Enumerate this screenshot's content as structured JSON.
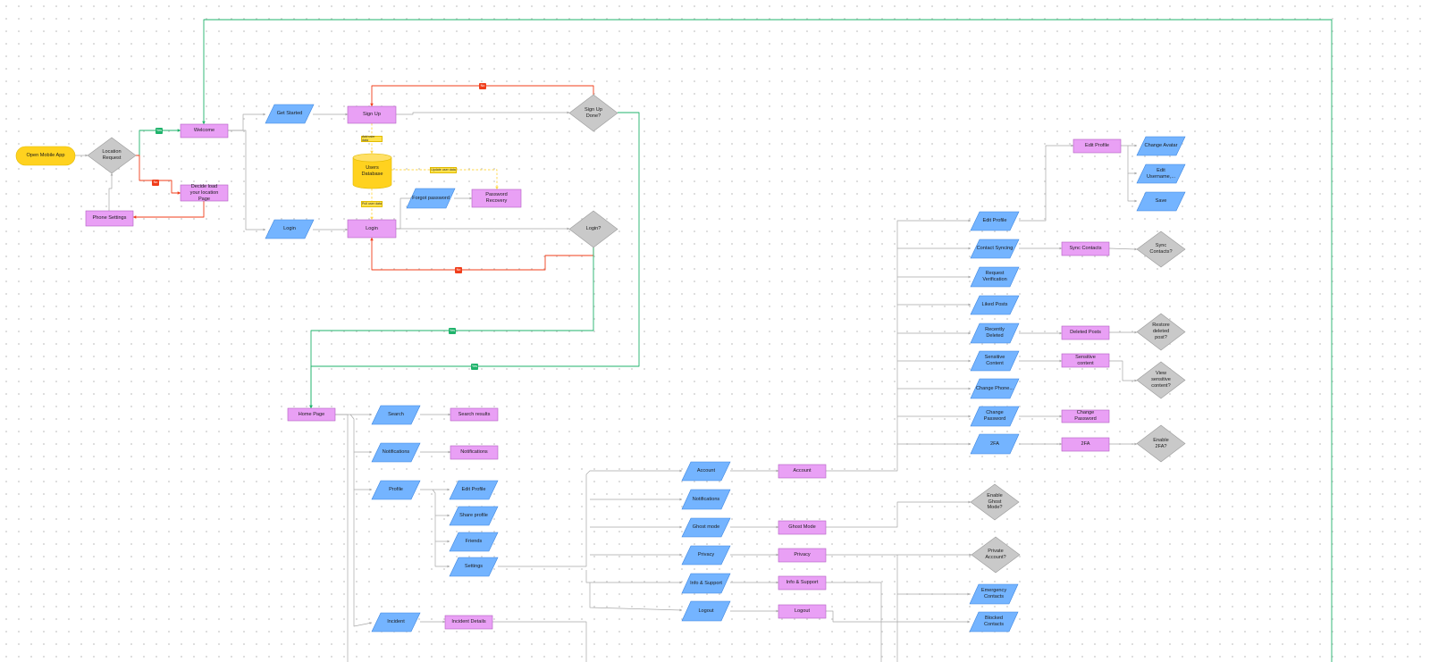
{
  "colors": {
    "start": "#ffd21f",
    "start_stroke": "#e0b800",
    "io": "#74b4ff",
    "io_stroke": "#3d86e0",
    "process": "#e9a0f5",
    "process_stroke": "#b35fc2",
    "decision": "#c9c9c9",
    "decision_stroke": "#9a9a9a",
    "database": "#ffd21f",
    "connector": "#a8a8a8",
    "yes": "#1fb36b",
    "no": "#f03d1a",
    "database_link": "#ffd84d"
  },
  "nodes": [
    {
      "id": "open_app",
      "shape": "terminal",
      "label": "Open Mobile App"
    },
    {
      "id": "location_request",
      "shape": "decision",
      "label": "Location Request"
    },
    {
      "id": "welcome",
      "shape": "process",
      "label": "Welcome"
    },
    {
      "id": "decide_location",
      "shape": "process",
      "label": "Decide load your location Page"
    },
    {
      "id": "phone_settings",
      "shape": "process",
      "label": "Phone Settings"
    },
    {
      "id": "get_started",
      "shape": "io",
      "label": "Get Started"
    },
    {
      "id": "login_io",
      "shape": "io",
      "label": "Login"
    },
    {
      "id": "sign_up",
      "shape": "process",
      "label": "Sign Up"
    },
    {
      "id": "users_db",
      "shape": "database",
      "label": "Users Database"
    },
    {
      "id": "login_proc",
      "shape": "process",
      "label": "Login"
    },
    {
      "id": "forgot_password",
      "shape": "io",
      "label": "Forgot password"
    },
    {
      "id": "password_recovery",
      "shape": "process",
      "label": "Password Recovery"
    },
    {
      "id": "signup_done",
      "shape": "decision",
      "label": "Sign Up Done?"
    },
    {
      "id": "login_q",
      "shape": "decision",
      "label": "Login?"
    },
    {
      "id": "home_page",
      "shape": "process",
      "label": "Home Page"
    },
    {
      "id": "search_io",
      "shape": "io",
      "label": "Search"
    },
    {
      "id": "search_results",
      "shape": "process",
      "label": "Search results"
    },
    {
      "id": "notifications_io",
      "shape": "io",
      "label": "Notifications"
    },
    {
      "id": "notifications_proc",
      "shape": "process",
      "label": "Notifications"
    },
    {
      "id": "profile_io",
      "shape": "io",
      "label": "Profile"
    },
    {
      "id": "edit_profile_a",
      "shape": "io",
      "label": "Edit Profile"
    },
    {
      "id": "share_profile",
      "shape": "io",
      "label": "Share profile"
    },
    {
      "id": "friends",
      "shape": "io",
      "label": "Friends"
    },
    {
      "id": "settings",
      "shape": "io",
      "label": "Settings"
    },
    {
      "id": "incident_io",
      "shape": "io",
      "label": "Incident"
    },
    {
      "id": "incident_details",
      "shape": "process",
      "label": "Incident Details"
    },
    {
      "id": "account_io",
      "shape": "io",
      "label": "Account"
    },
    {
      "id": "notif2_io",
      "shape": "io",
      "label": "Notifications"
    },
    {
      "id": "ghost_io",
      "shape": "io",
      "label": "Ghost mode"
    },
    {
      "id": "privacy_io",
      "shape": "io",
      "label": "Privacy"
    },
    {
      "id": "info_io",
      "shape": "io",
      "label": "Info & Support"
    },
    {
      "id": "logout_io",
      "shape": "io",
      "label": "Logout"
    },
    {
      "id": "account_proc",
      "shape": "process",
      "label": "Account"
    },
    {
      "id": "ghost_proc",
      "shape": "process",
      "label": "Ghost Mode"
    },
    {
      "id": "privacy_proc",
      "shape": "process",
      "label": "Privacy"
    },
    {
      "id": "info_proc",
      "shape": "process",
      "label": "Info & Support"
    },
    {
      "id": "logout_proc",
      "shape": "process",
      "label": "Logout"
    },
    {
      "id": "enable_ghost",
      "shape": "decision",
      "label": "Enable Ghost Mode?"
    },
    {
      "id": "private_account",
      "shape": "decision",
      "label": "Private Account?"
    },
    {
      "id": "emergency_contacts",
      "shape": "io",
      "label": "Emergency Contacts"
    },
    {
      "id": "blocked_contacts",
      "shape": "io",
      "label": "Blocked Contacts"
    },
    {
      "id": "edit_profile_b",
      "shape": "io",
      "label": "Edit Profile"
    },
    {
      "id": "contact_syncing",
      "shape": "io",
      "label": "Contact Syncing"
    },
    {
      "id": "request_verification",
      "shape": "io",
      "label": "Request Verification"
    },
    {
      "id": "liked_posts",
      "shape": "io",
      "label": "Liked Posts"
    },
    {
      "id": "recently_deleted",
      "shape": "io",
      "label": "Recently Deleted"
    },
    {
      "id": "sensitive_content_io",
      "shape": "io",
      "label": "Sensitive Content"
    },
    {
      "id": "change_phone",
      "shape": "io",
      "label": "Change Phone..."
    },
    {
      "id": "change_password_io",
      "shape": "io",
      "label": "Change Password"
    },
    {
      "id": "twofa_io",
      "shape": "io",
      "label": "2FA"
    },
    {
      "id": "edit_profile_proc",
      "shape": "process",
      "label": "Edit Profile"
    },
    {
      "id": "change_avatar",
      "shape": "io",
      "label": "Change Avatar"
    },
    {
      "id": "edit_username",
      "shape": "io",
      "label": "Edit Username,..."
    },
    {
      "id": "save",
      "shape": "io",
      "label": "Save"
    },
    {
      "id": "sync_contacts_proc",
      "shape": "process",
      "label": "Sync Contacts"
    },
    {
      "id": "sync_contacts_q",
      "shape": "decision",
      "label": "Sync Contacts?"
    },
    {
      "id": "deleted_posts",
      "shape": "process",
      "label": "Deleted Posts"
    },
    {
      "id": "restore_deleted",
      "shape": "decision",
      "label": "Restore deleted post?"
    },
    {
      "id": "sensitive_content_proc",
      "shape": "process",
      "label": "Sensitive content"
    },
    {
      "id": "view_sensitive",
      "shape": "decision",
      "label": "View sensitive content?"
    },
    {
      "id": "change_password_proc",
      "shape": "process",
      "label": "Change Password"
    },
    {
      "id": "twofa_proc",
      "shape": "process",
      "label": "2FA"
    },
    {
      "id": "enable_2fa",
      "shape": "decision",
      "label": "Enable 2FA?"
    }
  ],
  "edge_labels": {
    "yes": "Yes",
    "no": "No"
  },
  "db_labels": {
    "add_user": "Add user data",
    "pull_user": "Pull user data",
    "update_user": "Update user data"
  }
}
